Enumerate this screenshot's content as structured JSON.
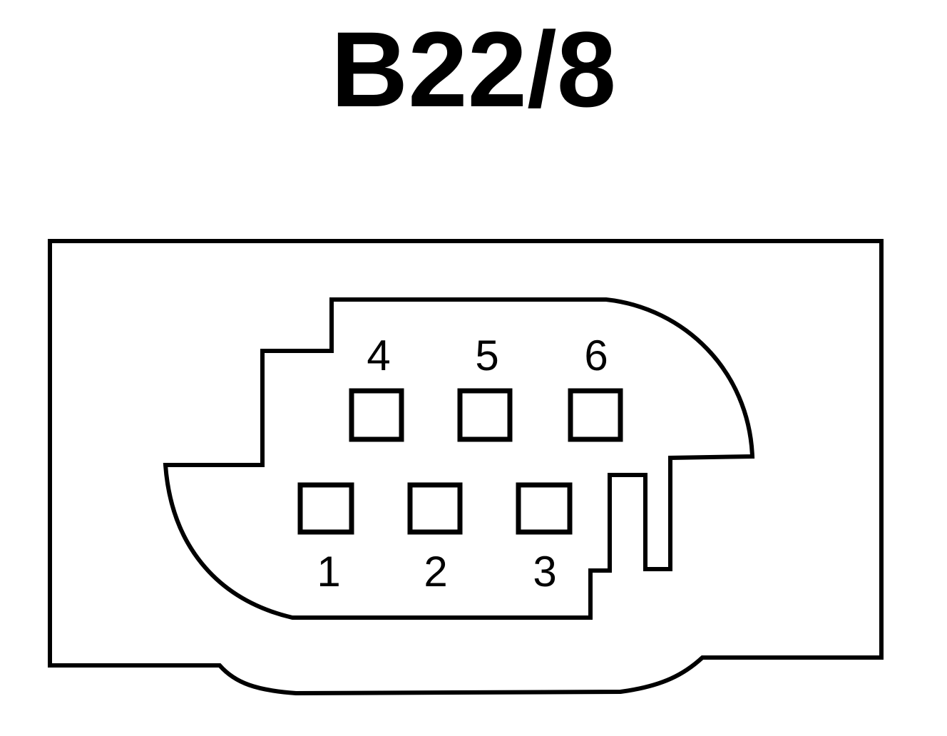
{
  "connector": {
    "title": "B22/8",
    "pins": [
      {
        "id": "4",
        "label": "4"
      },
      {
        "id": "5",
        "label": "5"
      },
      {
        "id": "6",
        "label": "6"
      },
      {
        "id": "1",
        "label": "1"
      },
      {
        "id": "2",
        "label": "2"
      },
      {
        "id": "3",
        "label": "3"
      }
    ]
  }
}
